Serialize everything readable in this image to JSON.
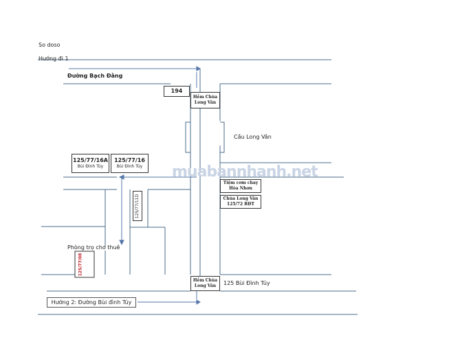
{
  "header": {
    "title": "So doso",
    "direction1": "Hướng đi 1"
  },
  "labels": {
    "street_top": "Đường Bạch Đằng",
    "bridge": "Cầu Long Vân",
    "rooms": "Phòng trọ cho thuê",
    "direction2": "Hướng 2: Đường Bùi đình Túy"
  },
  "boxes": {
    "house_194": "194",
    "alley_top": [
      "Hẻm Chùa",
      "Long Vân"
    ],
    "alley_bottom": [
      "Hẻm Chùa",
      "Long Vân"
    ],
    "addr_16a": [
      "125/77/16A",
      "Bùi Đình Túy"
    ],
    "addr_16": [
      "125/77/16",
      "Bùi Đình Túy"
    ],
    "restaurant": [
      "Tiệm cơm chay",
      "Hòa Nhơn"
    ],
    "pagoda": [
      "Chùa Long Vân",
      "125/72 BĐT"
    ],
    "addr_11d": "125/77/11D",
    "addr_red": "125/77/08",
    "addr_125": "125 Bùi Đình Túy"
  },
  "watermark": "muabannhanh.net",
  "colors": {
    "road_line": "#4a6b8a",
    "arrow": "#5577aa",
    "box_border": "#333333",
    "red_label": "#c0202a"
  }
}
